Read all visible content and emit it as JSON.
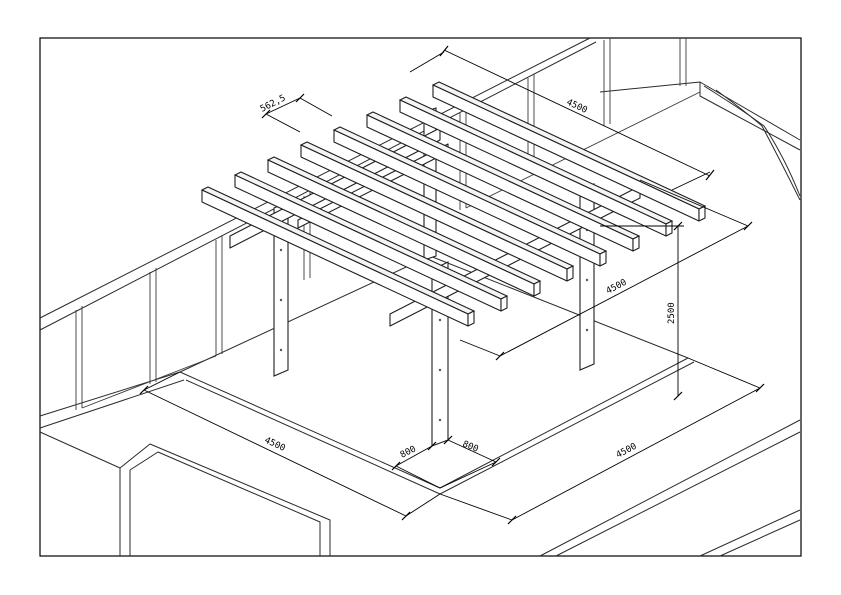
{
  "dimensions": {
    "rafter_spacing": "562,5",
    "top_depth": "4500",
    "mid_width": "4500",
    "height": "2500",
    "bottom_left_width": "4500",
    "bottom_right_depth": "4500",
    "offset_left": "800",
    "offset_right": "800"
  }
}
